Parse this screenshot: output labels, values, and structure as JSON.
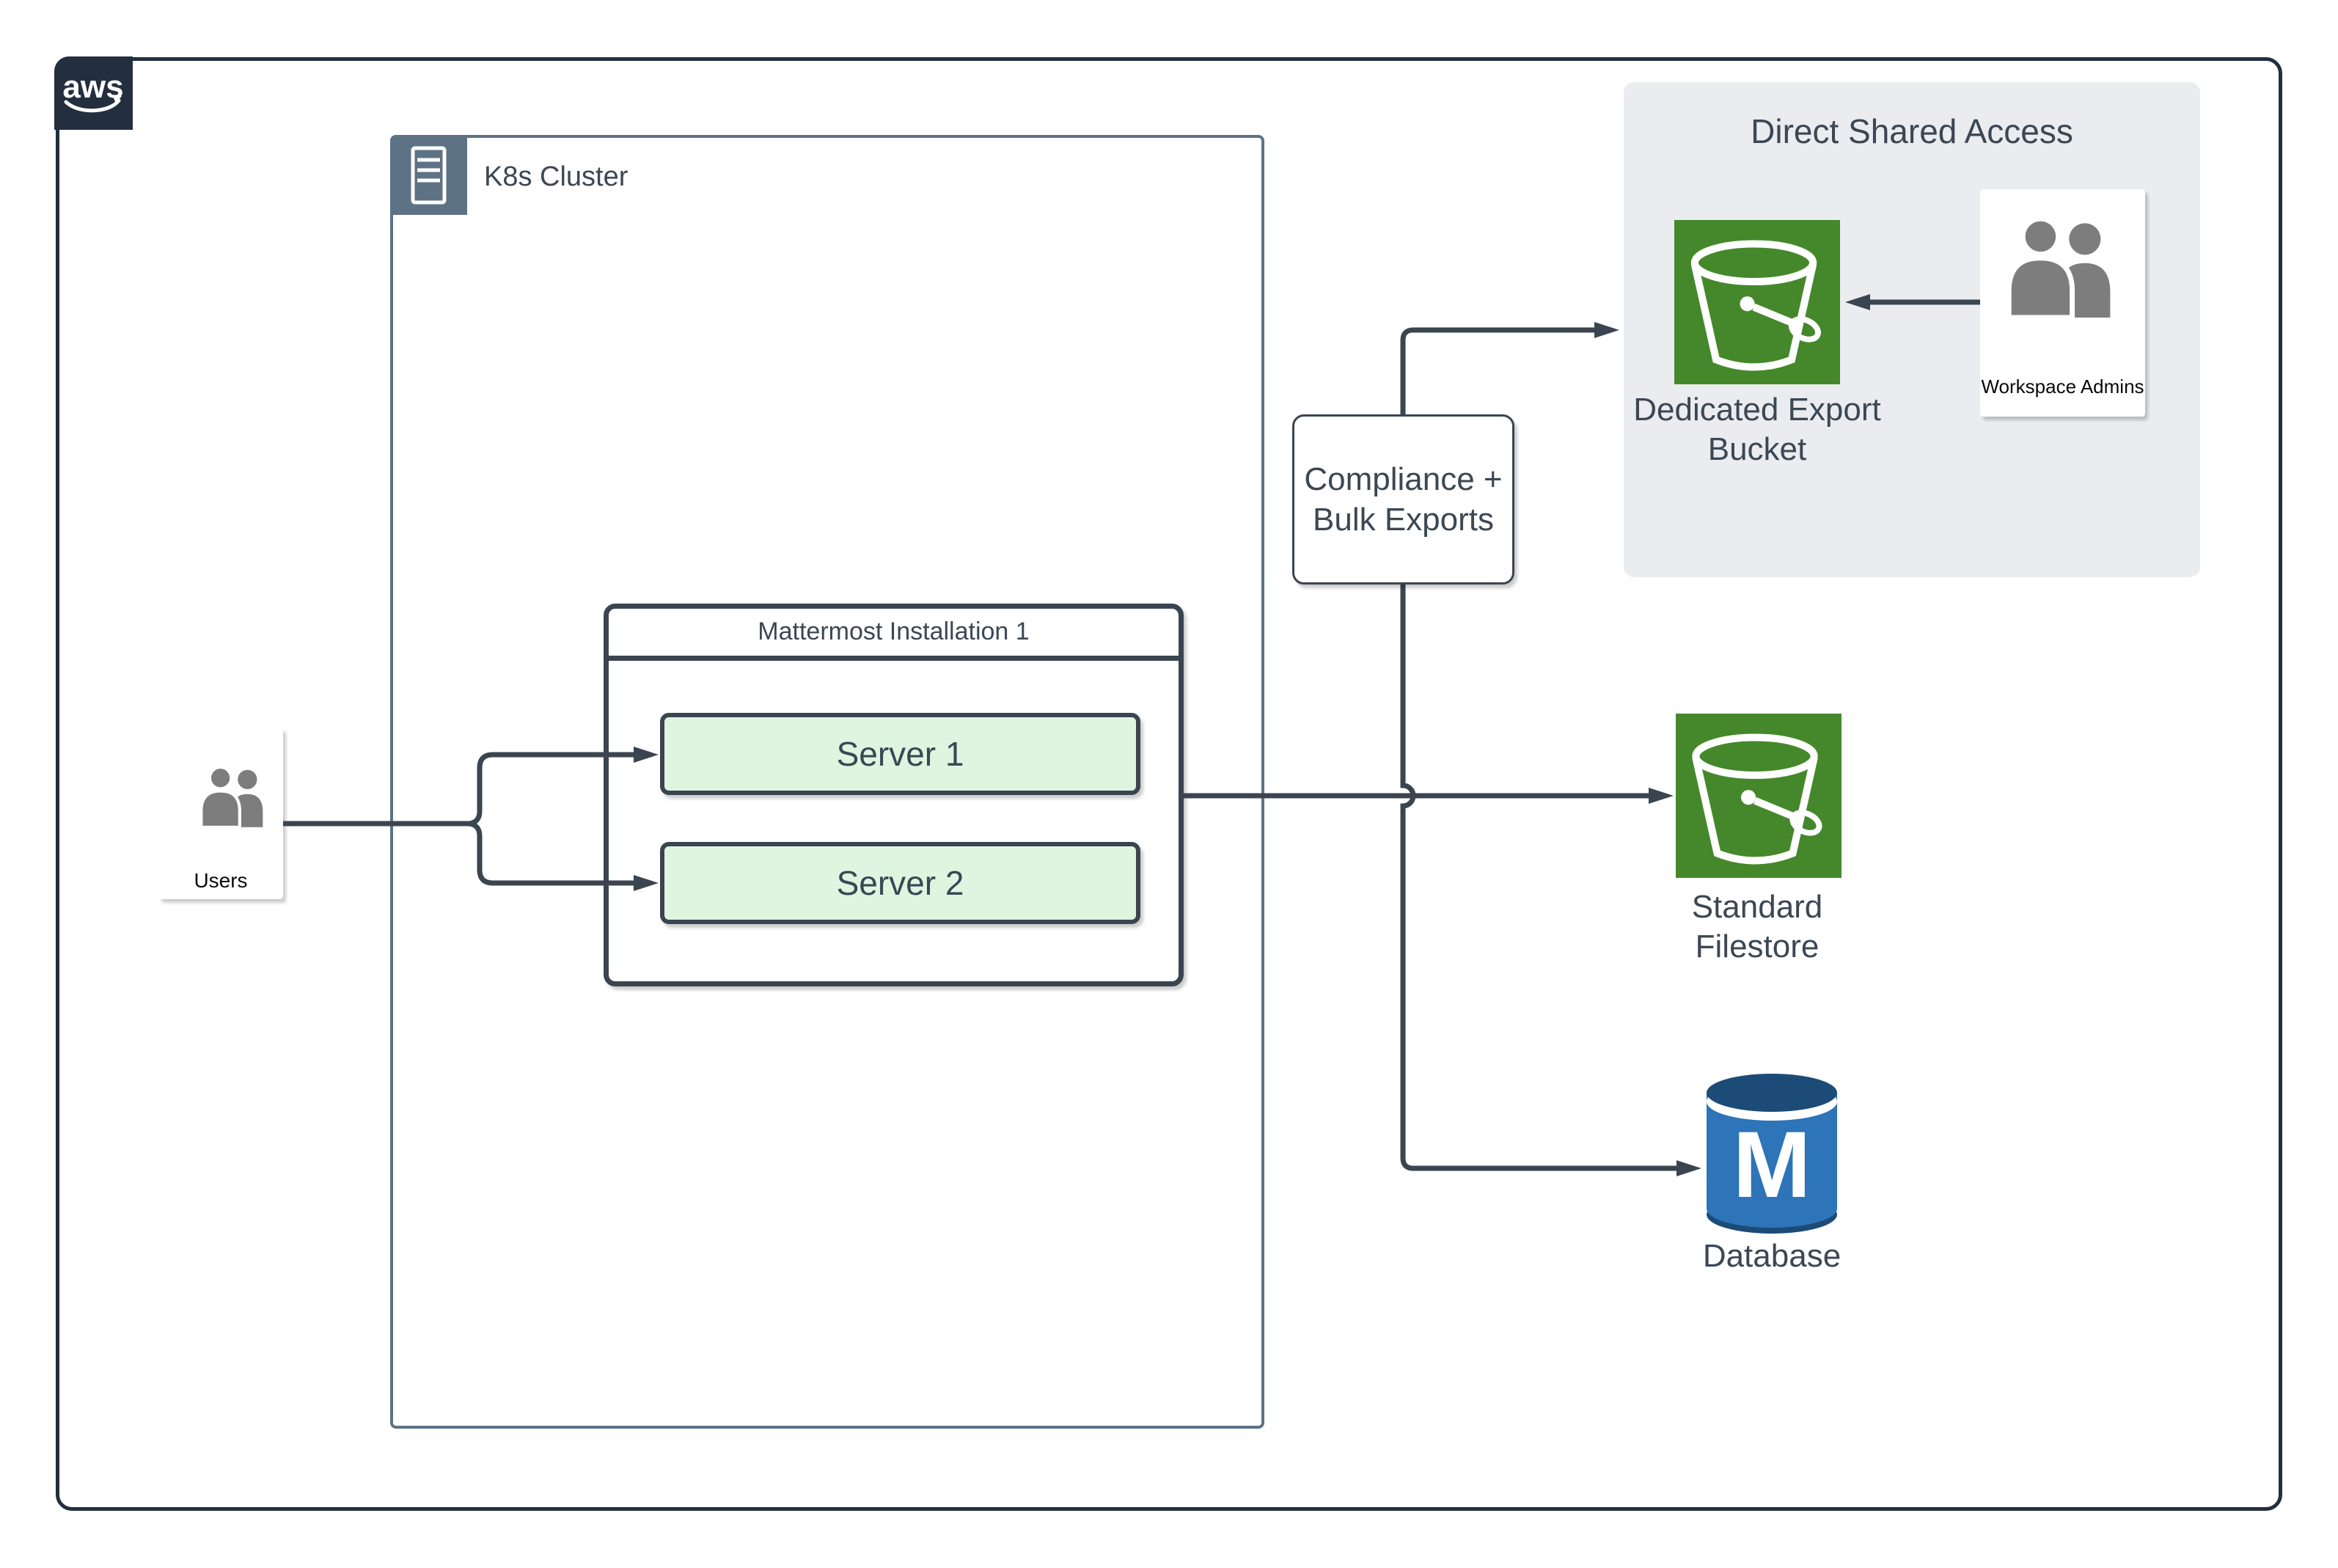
{
  "aws_badge": {
    "text": "aws"
  },
  "k8s": {
    "label": "K8s Cluster"
  },
  "users": {
    "label": "Users"
  },
  "mattermost": {
    "title": "Mattermost Installation 1",
    "servers": [
      {
        "label": "Server 1"
      },
      {
        "label": "Server 2"
      }
    ]
  },
  "compliance": {
    "line1": "Compliance +",
    "line2": "Bulk Exports"
  },
  "shared_access": {
    "title": "Direct Shared Access",
    "bucket": {
      "line1": "Dedicated Export",
      "line2": "Bucket"
    },
    "admins": {
      "label": "Workspace Admins"
    }
  },
  "filestore": {
    "line1": "Standard",
    "line2": "Filestore"
  },
  "database": {
    "label": "Database",
    "monogram": "M"
  },
  "colors": {
    "aws_navy": "#232F3E",
    "k8s_slate": "#5D7285",
    "line_dark": "#3A4550",
    "text_dark": "#3C4753",
    "server_fill": "#DFF5E0",
    "bucket_green": "#45882B",
    "db_blue": "#2D74B9",
    "db_dark_blue": "#1D4B77",
    "region_gray": "#EAECEF",
    "person_gray": "#7D7D7D"
  }
}
